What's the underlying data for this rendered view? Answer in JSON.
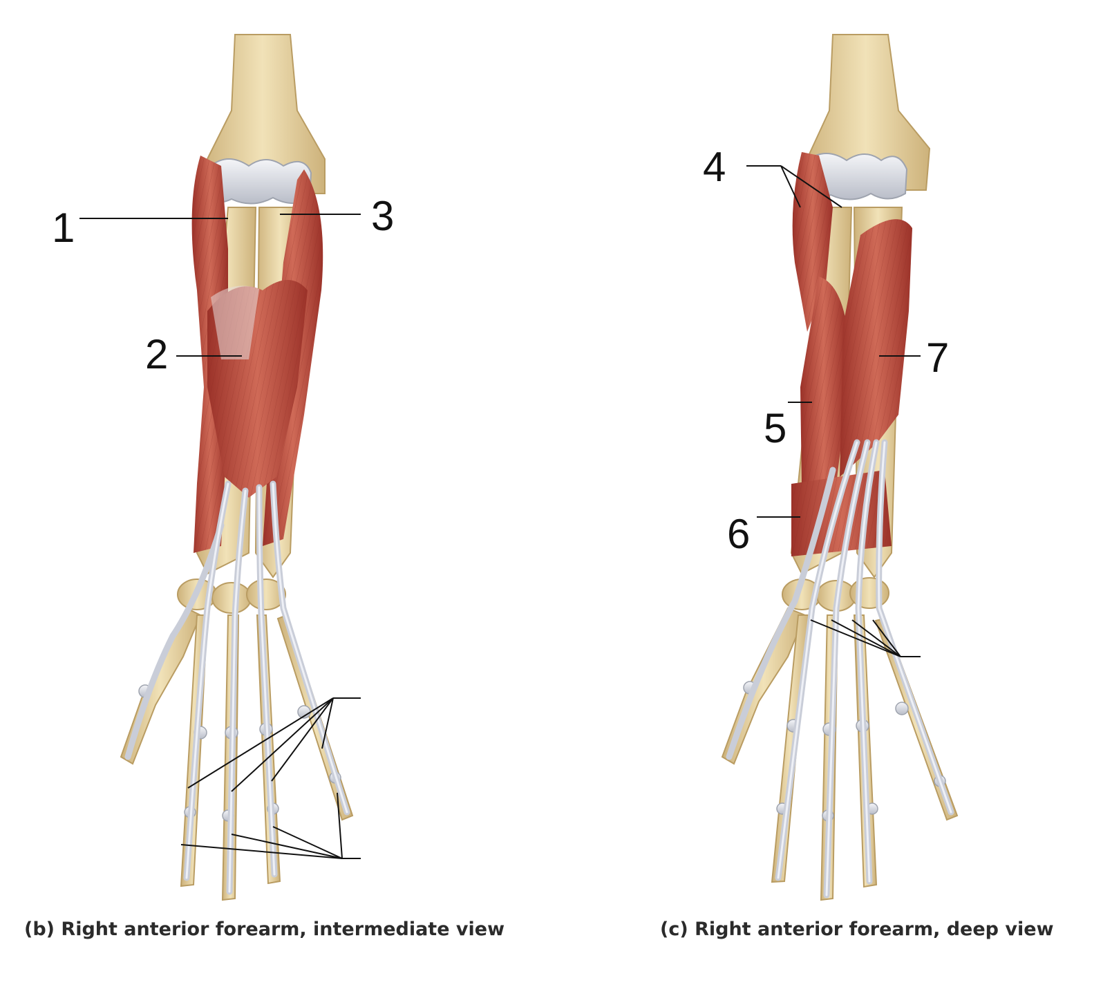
{
  "panels": [
    {
      "caption": "(b) Right anterior forearm, intermediate view",
      "labels": [
        "1",
        "2",
        "3"
      ]
    },
    {
      "caption": "(c) Right anterior forearm, deep view",
      "labels": [
        "4",
        "5",
        "6",
        "7"
      ]
    }
  ],
  "colors": {
    "bone": "#e8d5a4",
    "bone_shadow": "#c9b07a",
    "muscle": "#b8453a",
    "muscle_light": "#d0705e",
    "tendon": "#c9cdd8",
    "cartilage": "#d8dbe3"
  }
}
